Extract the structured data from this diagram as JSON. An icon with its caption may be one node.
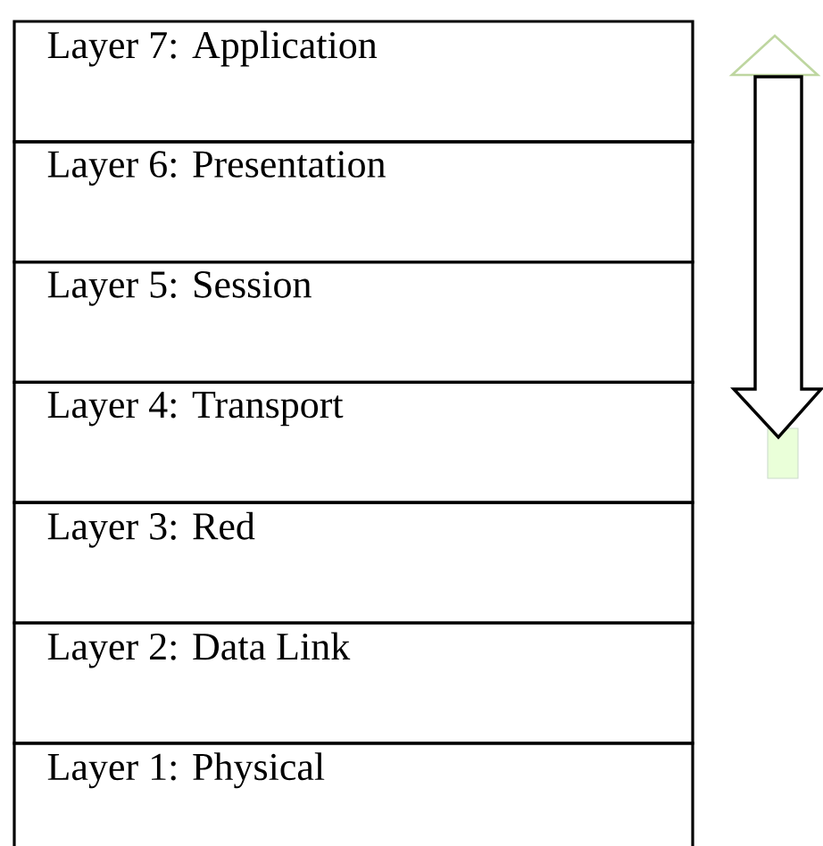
{
  "diagram": {
    "nodes": [
      {
        "text": [
          "Layer 7: Application"
        ]
      },
      {
        "text": [
          "Layer 6: Presentation"
        ]
      },
      {
        "text": [
          "Layer 5: Session"
        ]
      },
      {
        "text": [
          "Layer 4: Transport"
        ]
      },
      {
        "text": [
          "Layer 3: Red"
        ]
      },
      {
        "text": [
          "Layer 2: Data Link"
        ]
      },
      {
        "text": [
          "Layer 1: Physical"
        ]
      }
    ]
  }
}
